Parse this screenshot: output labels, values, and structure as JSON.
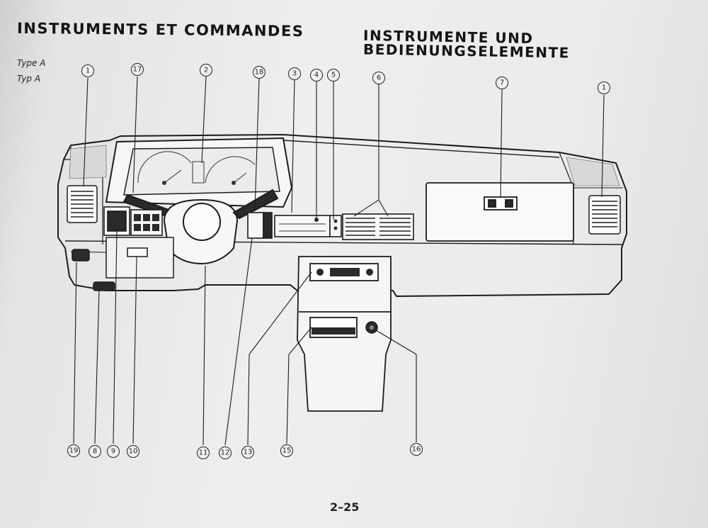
{
  "header": {
    "title_fr": "INSTRUMENTS  ET  COMMANDES",
    "title_de_line1": "INSTRUMENTE  UND",
    "title_de_line2": "BEDIENUNGSELEMENTE",
    "type_fr": "Type A",
    "type_de": "Typ A"
  },
  "callouts": {
    "c1a": "1",
    "c17": "17",
    "c2": "2",
    "c18": "18",
    "c3": "3",
    "c4": "4",
    "c5": "5",
    "c6": "6",
    "c7": "7",
    "c1b": "1",
    "c19": "19",
    "c8": "8",
    "c9": "9",
    "c10": "10",
    "c11": "11",
    "c12": "12",
    "c13": "13",
    "c15": "15",
    "c16": "16"
  },
  "footer": {
    "page_number": "2–25"
  }
}
